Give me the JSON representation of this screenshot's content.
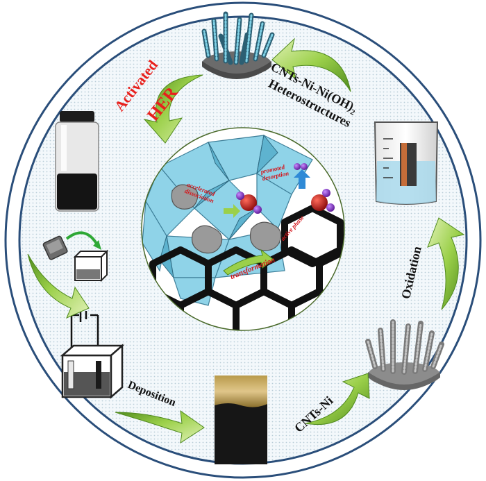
{
  "labels": {
    "activated": "Activated",
    "her": "HER",
    "heterostructure_main": "CNTs-Ni-Ni(OH)",
    "heterostructure_sub": "2",
    "heterostructure_line2": "Heterostructures",
    "oxidation": "Oxidation",
    "cnts_ni": "CNTs-Ni",
    "deposition": "Deposition"
  },
  "center_annotations": {
    "promoted_desorption": "promoted desorption",
    "accelerated_dissociation": "accelerated dissociation",
    "transformation": "transformation",
    "active_phase": "active phase"
  },
  "colors": {
    "arrow_green": "#8cc63f",
    "arrow_green_dark": "#4f8a1c",
    "polyhedra": "#8fd3e8",
    "graphene": "#111111",
    "label_red": "#e8201c",
    "water_o": "#c0181a",
    "water_h": "#8a2be2"
  }
}
